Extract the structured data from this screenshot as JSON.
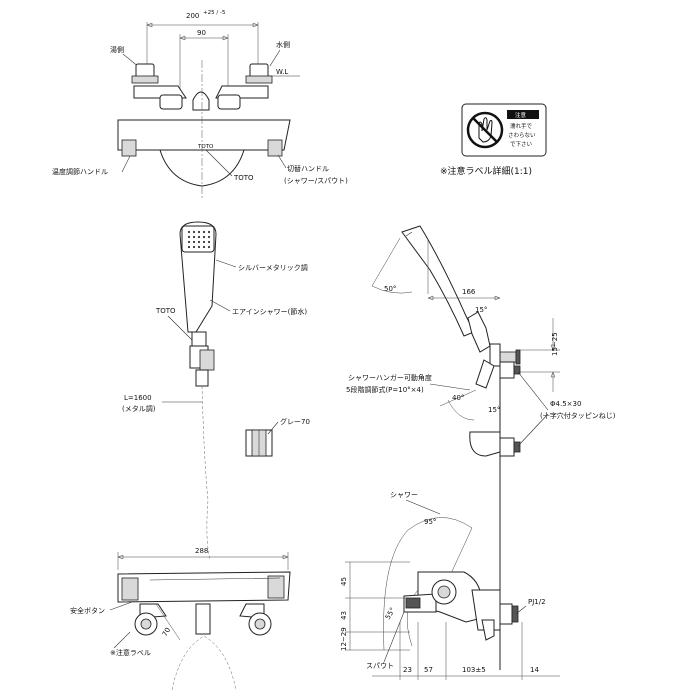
{
  "top_view": {
    "dim_overall": "200",
    "dim_overall_tol": "+25 / -5",
    "dim_center": "90",
    "label_hot_side": "湯側",
    "label_water_side": "水側",
    "label_wl": "W.L",
    "label_temp_handle": "温度調節ハンドル",
    "label_brand": "TOTO",
    "label_switch_handle_1": "切替ハンドル",
    "label_switch_handle_2": "(シャワー/スパウト)"
  },
  "caution_label": {
    "lines": [
      "注意",
      "濡れ手で",
      "さわらない",
      "で下さい"
    ],
    "caption": "※注意ラベル詳細(1:1)"
  },
  "shower_head": {
    "label_finish": "シルバーメタリック調",
    "label_type": "エアインシャワー(節水)",
    "label_brand": "TOTO",
    "hose_length": "L=1600",
    "hose_type": "(メタル調)"
  },
  "grey_part": {
    "label": "グレー70"
  },
  "side_view": {
    "dim_166": "166",
    "angle_50": "50°",
    "angle_15a": "15°",
    "dim_15_25": "15~25",
    "hanger_label_1": "シャワーハンガー可動角度",
    "hanger_label_2": "5段階調節式(P=10°×4)",
    "angle_40": "40°",
    "angle_15b": "15°",
    "screw_label_1": "Φ4.5×30",
    "screw_label_2": "(十字穴付タッピンねじ)",
    "label_shower": "シャワー",
    "angle_95": "95°",
    "angle_55": "55°",
    "dim_45": "45",
    "dim_43": "43",
    "dim_12_29": "12~29",
    "label_spout": "スパウト",
    "dim_23": "23",
    "dim_57": "57",
    "dim_103": "103±5",
    "dim_14": "14",
    "label_pj": "PJ1/2"
  },
  "front_view": {
    "dim_width": "288",
    "label_safety_button": "安全ボタン",
    "dim_70": "70",
    "label_caution": "※注意ラベル"
  }
}
